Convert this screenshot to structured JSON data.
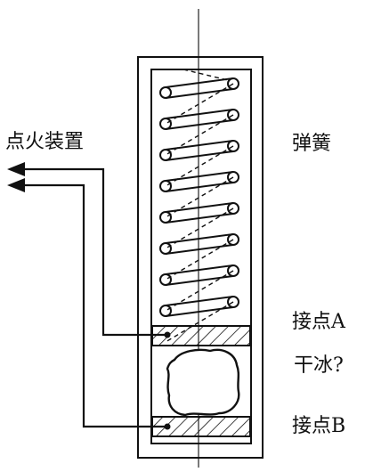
{
  "labels": {
    "ignition_device": "点火装置",
    "spring": "弹簧",
    "contact_a": "接点A",
    "dry_ice": "干冰?",
    "contact_b": "接点B"
  },
  "colors": {
    "line": "#111111",
    "background": "#ffffff"
  }
}
